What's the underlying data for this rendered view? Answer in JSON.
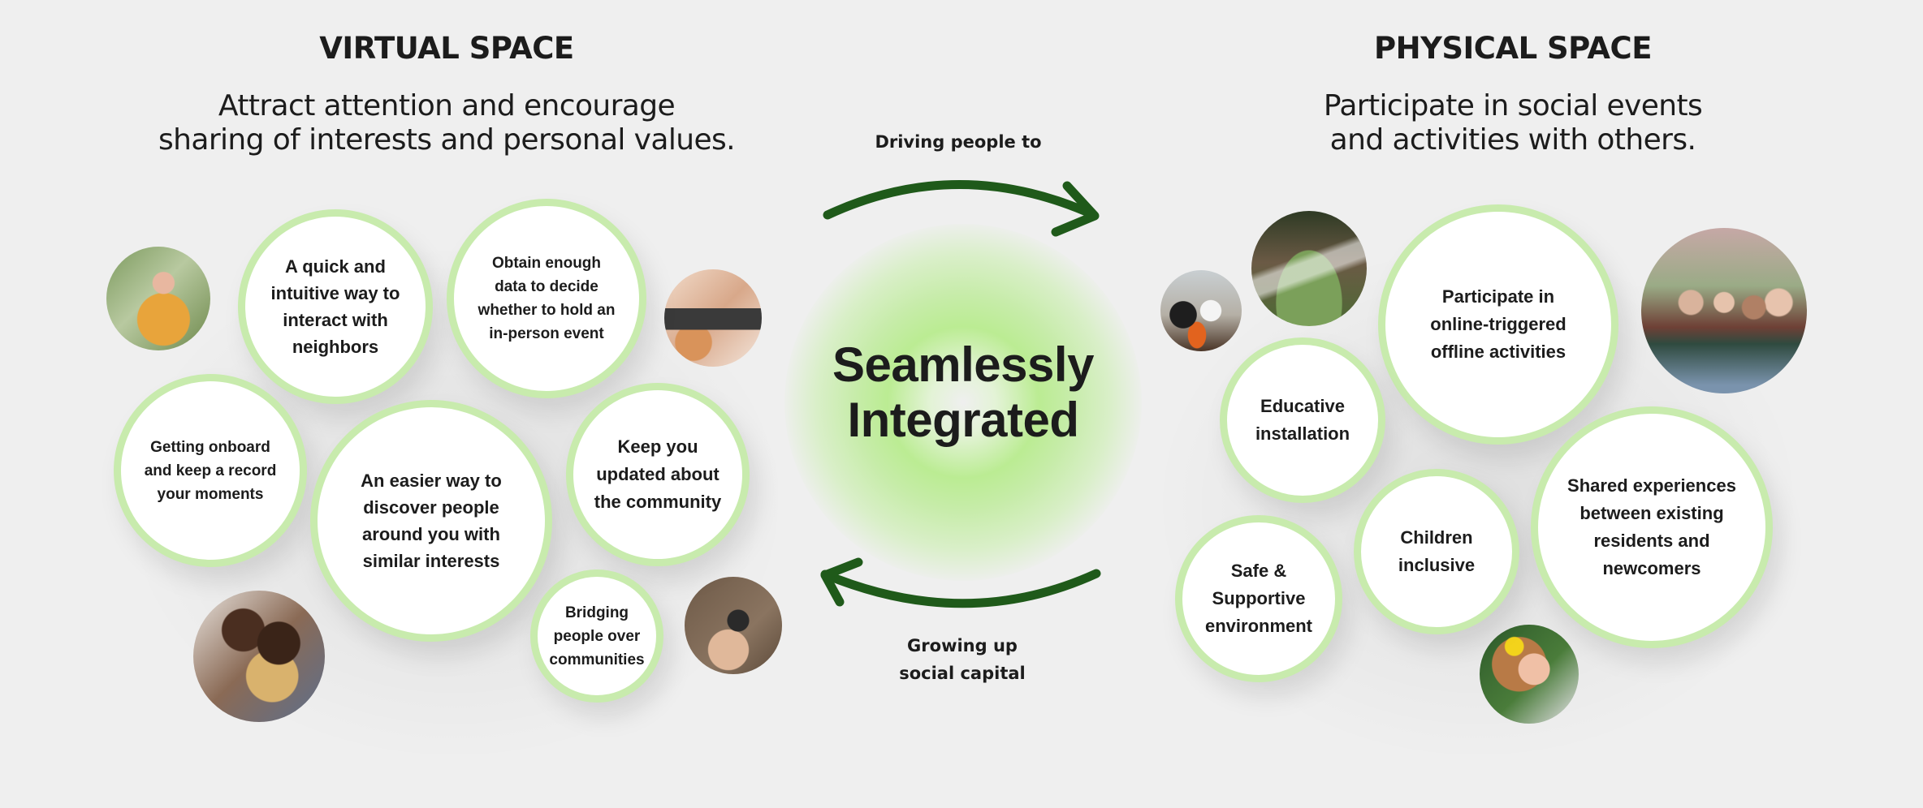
{
  "virtual": {
    "heading": "VIRTUAL SPACE",
    "subheading_lines": [
      "Attract attention and encourage",
      "sharing of interests and personal values."
    ],
    "bubbles": [
      {
        "lines": [
          "A quick and",
          "intuitive way to",
          "interact with",
          "neighbors"
        ]
      },
      {
        "lines": [
          "Obtain enough",
          "data to decide",
          "whether to hold an",
          "in-person event"
        ]
      },
      {
        "lines": [
          "Getting onboard",
          "and keep a record",
          "your moments"
        ]
      },
      {
        "lines": [
          "An easier way to",
          "discover people",
          "around you with",
          "similar interests"
        ]
      },
      {
        "lines": [
          "Keep you",
          "updated about",
          "the community"
        ]
      },
      {
        "lines": [
          "Bridging",
          "people over",
          "communities"
        ]
      }
    ],
    "photos": [
      {
        "subject": "woman holding phone outdoors"
      },
      {
        "subject": "phone photographing food"
      },
      {
        "subject": "two friends looking at phone"
      },
      {
        "subject": "hands holding smartphone"
      }
    ]
  },
  "center": {
    "title_lines": [
      "Seamlessly",
      "Integrated"
    ],
    "top_arrow_label": "Driving people to",
    "bottom_arrow_label_lines": [
      "Growing up",
      "social capital"
    ],
    "arrow_color": "#1f5a1a",
    "glow_color": "#b9ec90"
  },
  "physical": {
    "heading": "PHYSICAL SPACE",
    "subheading_lines": [
      "Participate in social events",
      "and activities with others."
    ],
    "bubbles": [
      {
        "lines": [
          "Participate in",
          "online-triggered",
          "offline activities"
        ]
      },
      {
        "lines": [
          "Educative",
          "installation"
        ]
      },
      {
        "lines": [
          "Safe &",
          "Supportive",
          "environment"
        ]
      },
      {
        "lines": [
          "Children",
          "inclusive"
        ]
      },
      {
        "lines": [
          "Shared experiences",
          "between existing",
          "residents and",
          "newcomers"
        ]
      }
    ],
    "photos": [
      {
        "subject": "couple cooking in kitchen"
      },
      {
        "subject": "watering garden plants"
      },
      {
        "subject": "group of friends of all ages"
      },
      {
        "subject": "child with face paint"
      }
    ]
  },
  "colors": {
    "bubble_border": "#c8ebad",
    "background": "#efefef",
    "text": "#1c1c1c"
  }
}
